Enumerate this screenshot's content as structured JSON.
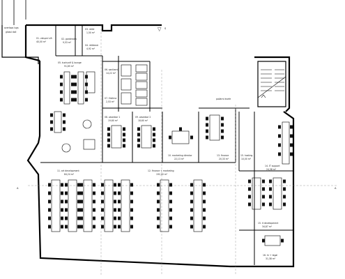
{
  "north_mark": {
    "symbol": "▽",
    "label": "S"
  },
  "section_marks": {
    "left": "A",
    "right": "A"
  },
  "rooms": [
    {
      "id": "r01",
      "name": "01. vstupní síň",
      "area": "40,00 m²"
    },
    {
      "id": "r02",
      "name": "02. garderoba",
      "area": "9,53 m²"
    },
    {
      "id": "r03",
      "name": "03. úklid",
      "area": "1,50 m²"
    },
    {
      "id": "r04",
      "name": "04. úklidová",
      "area": "4,92 m²"
    },
    {
      "id": "r05",
      "name": "05. kuchyně & lounge",
      "area": "91,65 m²"
    },
    {
      "id": "r06",
      "name": "06. sanitarní",
      "area": "14,22 m²"
    },
    {
      "id": "r07",
      "name": "07. čistírna",
      "area": "2,53 m²"
    },
    {
      "id": "r08",
      "name": "08. zasedací 1",
      "area": "19,60 m²"
    },
    {
      "id": "r09",
      "name": "09. zasedací 2",
      "area": "18,60 m²"
    },
    {
      "id": "r10",
      "name": "10. marketing director",
      "area": "22,13 m²"
    },
    {
      "id": "r11",
      "name": "11. art development",
      "area": "84,24 m²"
    },
    {
      "id": "r12",
      "name": "12. finance + marketing",
      "area": "192,00 m²"
    },
    {
      "id": "r13",
      "name": "13. finance",
      "area": "20,33 m²"
    },
    {
      "id": "r14",
      "name": "14. IT support",
      "area": "24,38 m²"
    },
    {
      "id": "r15",
      "name": "15. hosting",
      "area": "10,00 m²"
    },
    {
      "id": "r16",
      "name": "15. it development",
      "area": "34,87 m²"
    },
    {
      "id": "r17",
      "name": "16. hr + legal",
      "area": "31,38 m²"
    }
  ],
  "annotations": {
    "entry_top": "overlaps lugs",
    "entry_bottom": "glassl doll",
    "server": "požární dveře"
  }
}
